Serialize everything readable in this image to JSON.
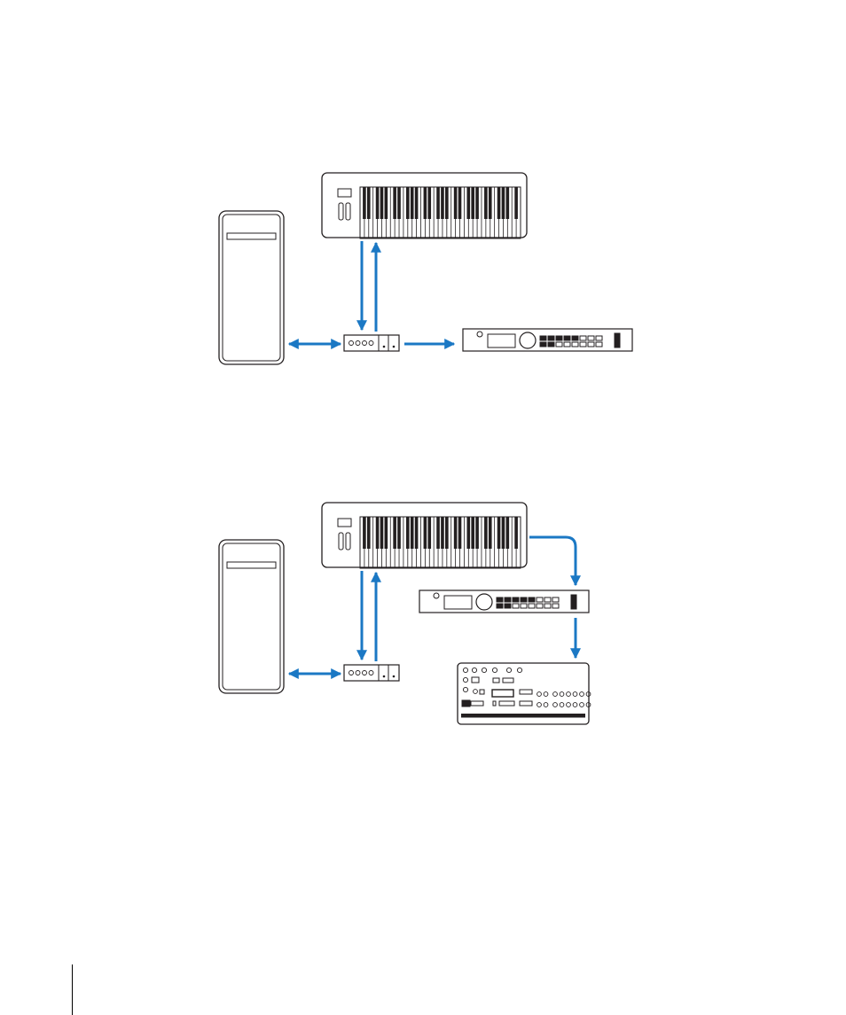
{
  "document": {
    "colors": {
      "arrow": "#1b78c4",
      "outline": "#231f20",
      "background": "#ffffff"
    },
    "diagrams": [
      {
        "id": "setup-1",
        "devices": [
          {
            "type": "computer",
            "icon": "tower-computer-icon"
          },
          {
            "type": "midi-keyboard",
            "icon": "midi-keyboard-icon"
          },
          {
            "type": "midi-interface",
            "icon": "midi-interface-icon"
          },
          {
            "type": "rack-synthesizer",
            "icon": "rack-module-icon"
          }
        ],
        "connections": [
          {
            "from": "computer",
            "to": "midi-interface",
            "direction": "bidirectional"
          },
          {
            "from": "midi-interface",
            "to": "midi-keyboard",
            "direction": "one-way"
          },
          {
            "from": "midi-keyboard",
            "to": "midi-interface",
            "direction": "one-way"
          },
          {
            "from": "midi-interface",
            "to": "rack-synthesizer",
            "direction": "one-way"
          }
        ]
      },
      {
        "id": "setup-2",
        "devices": [
          {
            "type": "computer",
            "icon": "tower-computer-icon"
          },
          {
            "type": "midi-keyboard",
            "icon": "midi-keyboard-icon"
          },
          {
            "type": "midi-interface",
            "icon": "midi-interface-icon"
          },
          {
            "type": "rack-synthesizer",
            "icon": "rack-module-icon"
          },
          {
            "type": "desktop-module",
            "icon": "desktop-synth-icon"
          }
        ],
        "connections": [
          {
            "from": "computer",
            "to": "midi-interface",
            "direction": "bidirectional"
          },
          {
            "from": "midi-interface",
            "to": "midi-keyboard",
            "direction": "one-way"
          },
          {
            "from": "midi-keyboard",
            "to": "midi-interface",
            "direction": "one-way"
          },
          {
            "from": "midi-keyboard",
            "to": "rack-synthesizer",
            "direction": "one-way"
          },
          {
            "from": "rack-synthesizer",
            "to": "desktop-module",
            "direction": "one-way"
          }
        ]
      }
    ]
  }
}
